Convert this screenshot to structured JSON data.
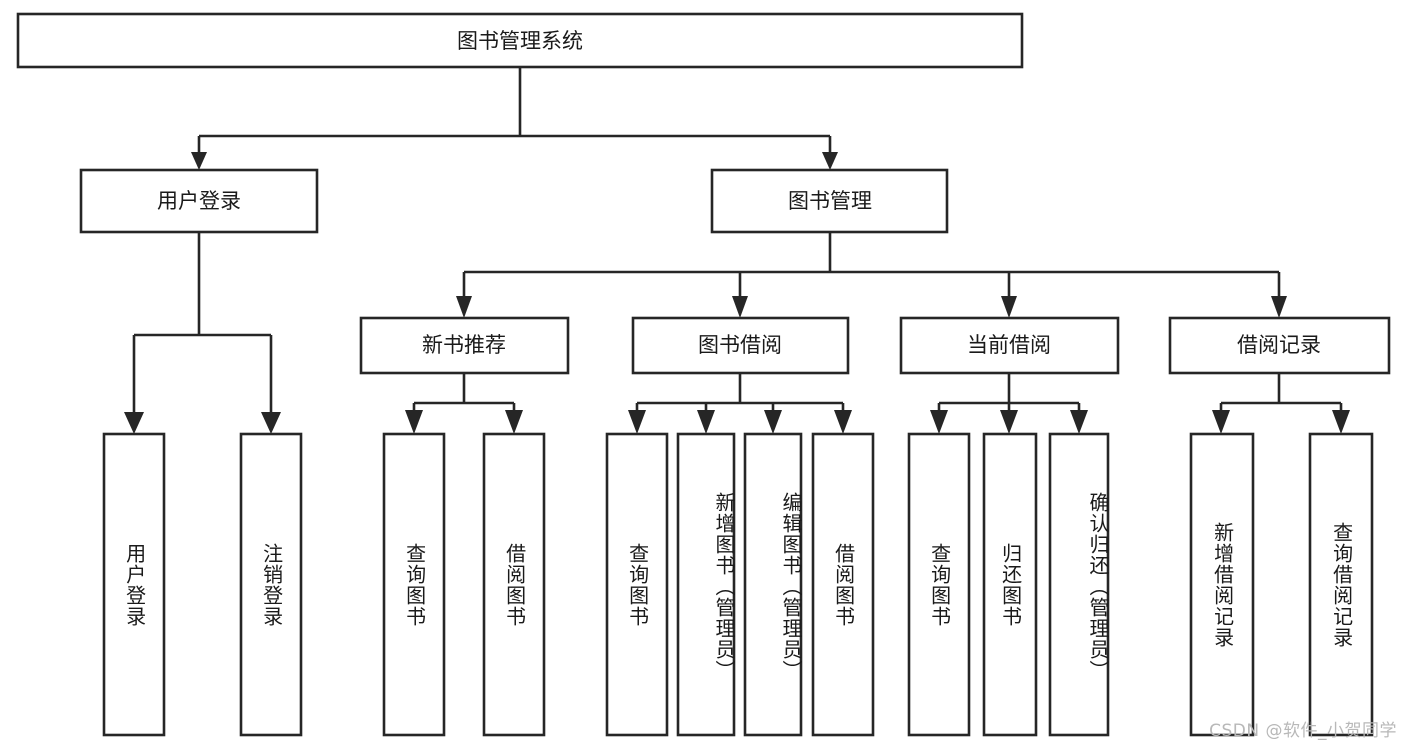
{
  "diagram": {
    "type": "tree",
    "title": "图书管理系统",
    "watermark": "CSDN @软件_小贺同学",
    "root": {
      "id": "root",
      "label": "图书管理系统",
      "orientation": "horizontal"
    },
    "level2": [
      {
        "id": "user-login",
        "label": "用户登录",
        "orientation": "horizontal"
      },
      {
        "id": "book-manage",
        "label": "图书管理",
        "orientation": "horizontal"
      }
    ],
    "level3": [
      {
        "id": "new-book-rec",
        "label": "新书推荐",
        "orientation": "horizontal",
        "parent": "book-manage"
      },
      {
        "id": "book-borrow",
        "label": "图书借阅",
        "orientation": "horizontal",
        "parent": "book-manage"
      },
      {
        "id": "current-borrow",
        "label": "当前借阅",
        "orientation": "horizontal",
        "parent": "book-manage"
      },
      {
        "id": "borrow-record",
        "label": "借阅记录",
        "orientation": "horizontal",
        "parent": "book-manage"
      }
    ],
    "leaves": [
      {
        "id": "leaf-user-login",
        "label": "用户登录",
        "orientation": "vertical",
        "parent": "user-login"
      },
      {
        "id": "leaf-logout",
        "label": "注销登录",
        "orientation": "vertical",
        "parent": "user-login"
      },
      {
        "id": "leaf-query-book-1",
        "label": "查询图书",
        "orientation": "vertical",
        "parent": "new-book-rec"
      },
      {
        "id": "leaf-borrow-book-1",
        "label": "借阅图书",
        "orientation": "vertical",
        "parent": "new-book-rec"
      },
      {
        "id": "leaf-query-book-2",
        "label": "查询图书",
        "orientation": "vertical",
        "parent": "book-borrow"
      },
      {
        "id": "leaf-add-book",
        "label": "新增图书（管理员）",
        "orientation": "vertical",
        "parent": "book-borrow"
      },
      {
        "id": "leaf-edit-book",
        "label": "编辑图书（管理员）",
        "orientation": "vertical",
        "parent": "book-borrow"
      },
      {
        "id": "leaf-borrow-book-2",
        "label": "借阅图书",
        "orientation": "vertical",
        "parent": "book-borrow"
      },
      {
        "id": "leaf-query-book-3",
        "label": "查询图书",
        "orientation": "vertical",
        "parent": "current-borrow"
      },
      {
        "id": "leaf-return-book",
        "label": "归还图书",
        "orientation": "vertical",
        "parent": "current-borrow"
      },
      {
        "id": "leaf-confirm-return",
        "label": "确认归还（管理员）",
        "orientation": "vertical",
        "parent": "current-borrow"
      },
      {
        "id": "leaf-add-record",
        "label": "新增借阅记录",
        "orientation": "vertical",
        "parent": "borrow-record"
      },
      {
        "id": "leaf-query-record",
        "label": "查询借阅记录",
        "orientation": "vertical",
        "parent": "borrow-record"
      }
    ],
    "colors": {
      "stroke": "#262626",
      "fill": "#ffffff",
      "text": "#1a1a1a",
      "watermark": "#b8b8b8",
      "background": "#ffffff"
    }
  }
}
